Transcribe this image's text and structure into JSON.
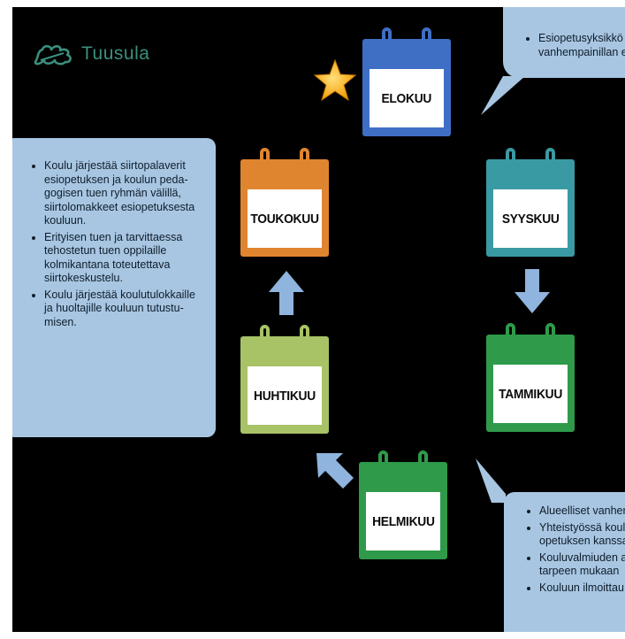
{
  "logo": {
    "name": "Tuusula"
  },
  "months": {
    "elokuu": "ELOKUU",
    "syyskuu": "SYYSKUU",
    "tammikuu": "TAMMIKUU",
    "helmikuu": "HELMIKUU",
    "huhtikuu": "HUHTIKUU",
    "toukokuu": "TOUKOKUU"
  },
  "callouts": {
    "left": [
      "Koulu järjestää siirtopalaverit esiopetuksen ja koulun peda-gogisen tuen ryhmän välillä, siirtolomakkeet esiopetuksesta kouluun.",
      "Erityisen tuen ja tarvittaessa tehostetun tuen oppilaille kolmikantana toteutettava siirtokeskustelu.",
      "Koulu järjestää koulutulokkaille ja huoltajille kouluun tutustu-misen."
    ],
    "top": [
      "Esiopetusyksikkö j vanhempainillan e"
    ],
    "bottom": [
      "Alueelliset vanher",
      "Yhteistyössä koulu opetuksen kanssa",
      "Kouluvalmiuden a tarpeen mukaan",
      "Kouluun ilmoittau"
    ]
  },
  "colors": {
    "background": "#000000",
    "callout": "#a8c6e2",
    "arrow": "#8fb4dd",
    "elokuu": "#3f6fc5",
    "syyskuu": "#3a9aa3",
    "tammikuu": "#2f9a4a",
    "helmikuu": "#2f9a4a",
    "huhtikuu": "#a8c266",
    "toukokuu": "#e0852f",
    "star": "#f4b400"
  }
}
